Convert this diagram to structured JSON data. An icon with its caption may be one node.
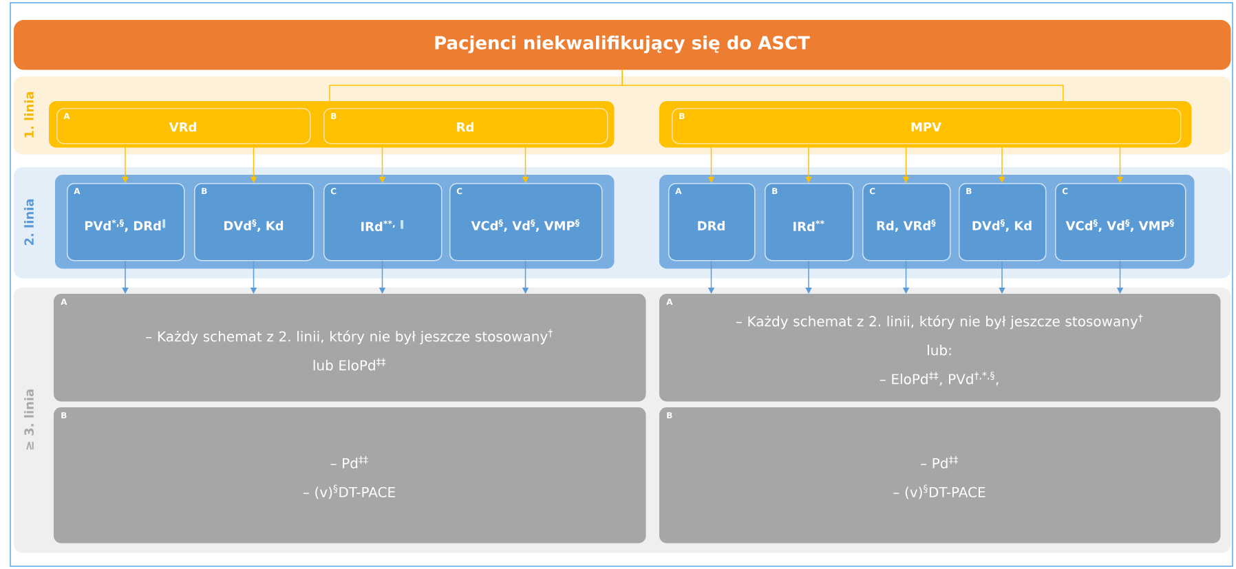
{
  "diagram": {
    "nodes": [
      {
        "text": [
          "Pacjenci niekwalifikujący się do ASCT"
        ]
      },
      {
        "text": [
          "1. linia"
        ]
      },
      {
        "text": [],
        "shape": "box",
        "in": 1
      },
      {
        "text": [
          "A",
          "VRd"
        ],
        "in": 2
      },
      {
        "text": [
          "B",
          "Rd"
        ],
        "in": 2
      },
      {
        "text": [],
        "shape": "box",
        "in": 1
      },
      {
        "text": [
          "B",
          "MPV"
        ],
        "in": 5
      },
      {
        "text": [
          "2. linia"
        ]
      },
      {
        "text": [],
        "shape": "box",
        "in": 7
      },
      {
        "text": [
          "A",
          "PVd$^{*,§}$, DRd$^{‖}$"
        ],
        "in": 8
      },
      {
        "text": [
          "B",
          "DVd$^{§}$, Kd"
        ],
        "in": 8
      },
      {
        "text": [
          "C",
          "IRd$^{**, ‖}$"
        ],
        "in": 8
      },
      {
        "text": [
          "C",
          "VCd$^{§}$, Vd$^{§}$, VMP$^{§}$"
        ],
        "in": 8
      },
      {
        "text": [],
        "shape": "box",
        "in": 7
      },
      {
        "text": [
          "A",
          "DRd"
        ],
        "in": 13
      },
      {
        "text": [
          "B",
          "IRd$^{**}$"
        ],
        "in": 13
      },
      {
        "text": [
          "C",
          "Rd, VRd$^{§}$"
        ],
        "in": 13
      },
      {
        "text": [
          "B",
          "DVd$^{§}$, Kd"
        ],
        "in": 13
      },
      {
        "text": [
          "C",
          "VCd$^{§}$, Vd$^{§}$, VMP$^{§}$"
        ],
        "in": 13
      },
      {
        "text": [
          "≥ 3. linia"
        ]
      },
      {
        "text": [
          "A",
          "– Każdy schemat z 2. linii, który nie był jeszcze stosowany$^{†}$",
          "lub EloPd$^{‡‡}$"
        ],
        "in": 19
      },
      {
        "text": [
          "B",
          "– Pd$^{‡‡}$",
          "– (v)$^{§}$DT-PACE"
        ],
        "in": 19
      },
      {
        "text": [
          "A",
          "– Każdy schemat z 2. linii, który nie był jeszcze stosowany$^{†}$",
          "lub:",
          "– EloPd$^{‡‡}$, PVd$^{†,*,§}$,"
        ],
        "in": 19
      },
      {
        "text": [
          "B",
          "– Pd$^{‡‡}$",
          "– (v)$^{§}$DT-PACE"
        ],
        "in": 19
      }
    ],
    "edges": [
      {
        "from": 0,
        "to": 2,
        "arrow": "none"
      },
      {
        "from": 0,
        "to": 5,
        "arrow": "none"
      },
      {
        "from": 3,
        "to": 9,
        "arrow": "to"
      },
      {
        "from": 3,
        "to": 10,
        "arrow": "to"
      },
      {
        "from": 4,
        "to": 11,
        "arrow": "to"
      },
      {
        "from": 4,
        "to": 12,
        "arrow": "to"
      },
      {
        "from": 6,
        "to": 14,
        "arrow": "to"
      },
      {
        "from": 6,
        "to": 15,
        "arrow": "to"
      },
      {
        "from": 6,
        "to": 16,
        "arrow": "to"
      },
      {
        "from": 6,
        "to": 17,
        "arrow": "to"
      },
      {
        "from": 6,
        "to": 18,
        "arrow": "to"
      },
      {
        "from": 9,
        "to": 20,
        "arrow": "to",
        "color": "#5b9bd5"
      },
      {
        "from": 10,
        "to": 20,
        "arrow": "to",
        "color": "#5b9bd5"
      },
      {
        "from": 11,
        "to": 20,
        "arrow": "to",
        "color": "#5b9bd5"
      },
      {
        "from": 12,
        "to": 20,
        "arrow": "to",
        "color": "#5b9bd5"
      },
      {
        "from": 14,
        "to": 22,
        "arrow": "to",
        "color": "#5b9bd5"
      },
      {
        "from": 15,
        "to": 22,
        "arrow": "to",
        "color": "#5b9bd5"
      },
      {
        "from": 16,
        "to": 22,
        "arrow": "to",
        "color": "#5b9bd5"
      },
      {
        "from": 17,
        "to": 22,
        "arrow": "to",
        "color": "#5b9bd5"
      },
      {
        "from": 18,
        "to": 22,
        "arrow": "to",
        "color": "#5b9bd5"
      }
    ]
  }
}
